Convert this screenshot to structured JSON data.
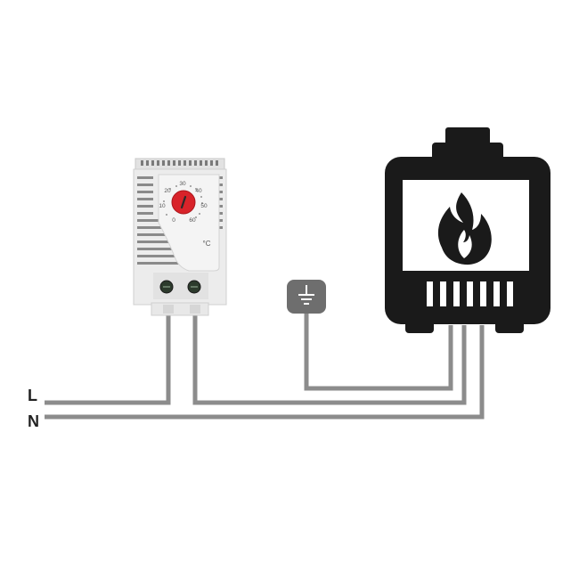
{
  "labels": {
    "line": "L",
    "neutral": "N"
  },
  "thermostat": {
    "dial_ticks": [
      "30",
      "40",
      "50",
      "60",
      "0",
      "10",
      "20"
    ],
    "unit": "°C"
  },
  "colors": {
    "wire": "#8c8c8c",
    "device_body": "#ececec",
    "knob": "#d8232a",
    "boiler": "#1a1a1a",
    "ground_symbol_bg": "#6e6e6e"
  },
  "icons": {
    "boiler": "boiler-flame-icon",
    "ground": "ground-icon"
  }
}
